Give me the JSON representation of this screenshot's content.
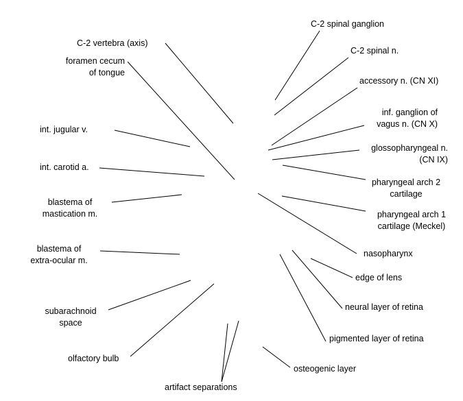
{
  "labels": {
    "c2_vertebra": "C-2 vertebra (axis)",
    "foramen_cecum": "foramen cecum\nof tongue",
    "int_jugular": "int. jugular v.",
    "int_carotid": "int. carotid a.",
    "blastema_mastication": "blastema of\nmastication m.",
    "blastema_extraocular": "blastema of\nextra-ocular m.",
    "subarachnoid": "subarachnoid\nspace",
    "olfactory_bulb": "olfactory bulb",
    "artifact_separations": "artifact separations",
    "c2_spinal_ganglion": "C-2 spinal ganglion",
    "c2_spinal_n": "C-2 spinal n.",
    "accessory_n": "accessory n. (CN XI)",
    "inf_ganglion_vagus": "inf. ganglion of\nvagus n. (CN X)",
    "glossopharyngeal": "glossopharyngeal n.\n(CN IX)",
    "pharyngeal_arch_2": "pharyngeal arch 2\ncartilage",
    "pharyngeal_arch_1": "pharyngeal arch 1\ncartilage (Meckel)",
    "nasopharynx": "nasopharynx",
    "edge_of_lens": "edge of lens",
    "neural_layer_retina": "neural layer of retina",
    "pigmented_layer_retina": "pigmented layer of retina",
    "osteogenic_layer": "osteogenic layer"
  },
  "colors": {
    "background": "#ffffff",
    "line": "#000000",
    "text": "#000000"
  }
}
